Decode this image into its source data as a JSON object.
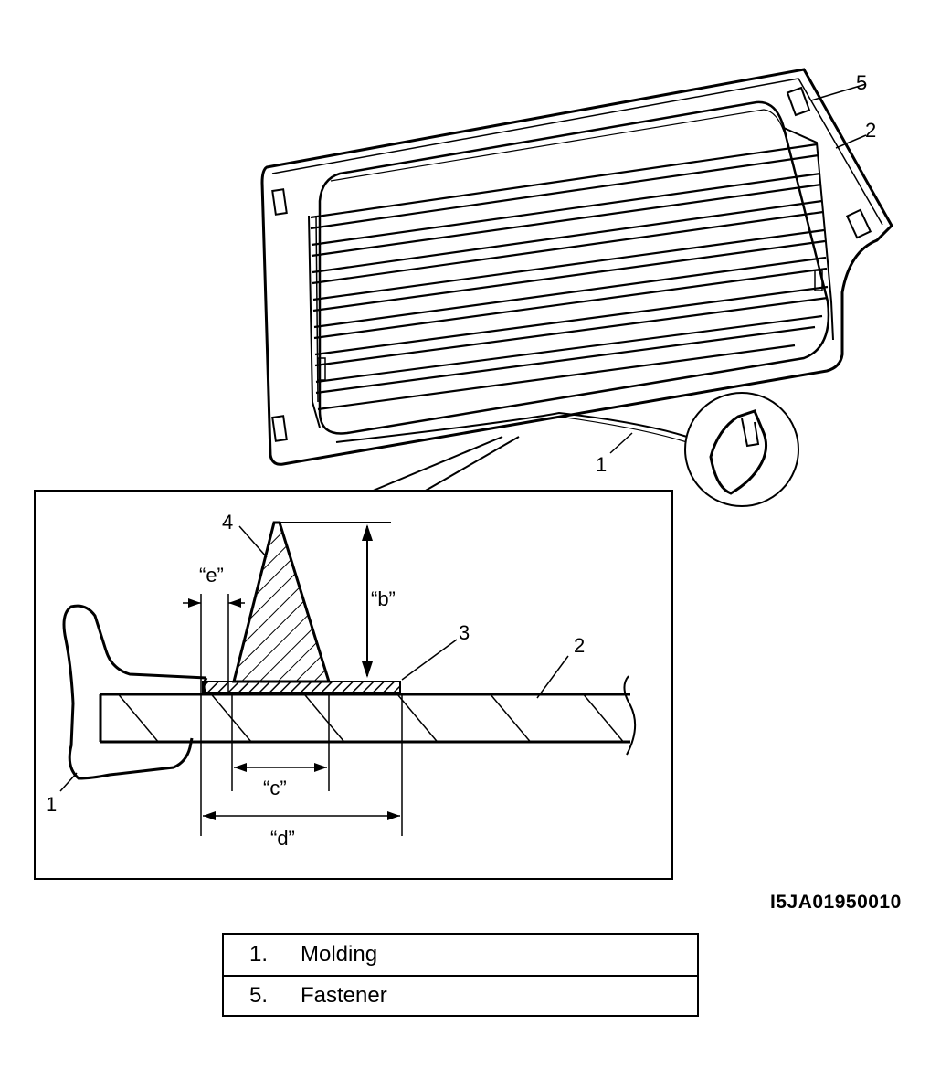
{
  "figure": {
    "code": "I5JA01950010",
    "callouts": {
      "top_molding": "1",
      "top_glass": "2",
      "top_fastener": "5",
      "detail_dam": "4",
      "detail_adhesive": "3",
      "detail_glass": "2",
      "detail_molding": "1"
    },
    "dimensions": {
      "b": "“b”",
      "c": "“c”",
      "d": "“d”",
      "e": "“e”"
    }
  },
  "legend": {
    "items": [
      {
        "number": "1.",
        "label": "Molding"
      },
      {
        "number": "5.",
        "label": "Fastener"
      }
    ]
  }
}
